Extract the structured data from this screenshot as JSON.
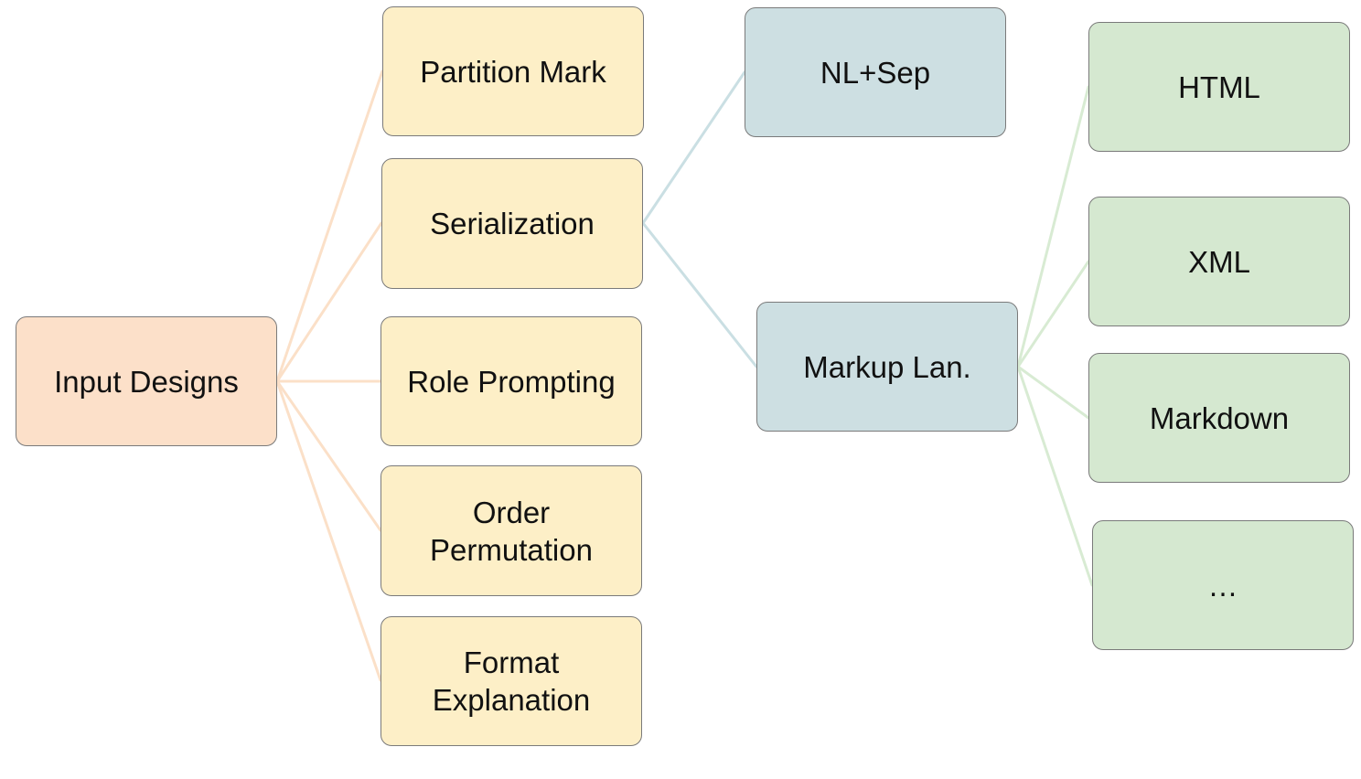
{
  "colors": {
    "root_fill": "#fce0c9",
    "level1_fill": "#fdefc7",
    "serial_fill": "#cddfe2",
    "markup_fill": "#d5e8d0",
    "root_edge": "#fbe0c8",
    "serial_edge": "#cadfe3",
    "markup_edge": "#d8ebd3"
  },
  "nodes": {
    "input_designs": "Input Designs",
    "partition_mark": "Partition Mark",
    "serialization": "Serialization",
    "role_prompting": "Role Prompting",
    "order_permutation": "Order\nPermutation",
    "format_explanation": "Format\nExplanation",
    "nl_sep": "NL+Sep",
    "markup_lan": "Markup Lan.",
    "html": "HTML",
    "xml": "XML",
    "markdown": "Markdown",
    "more": "…"
  }
}
